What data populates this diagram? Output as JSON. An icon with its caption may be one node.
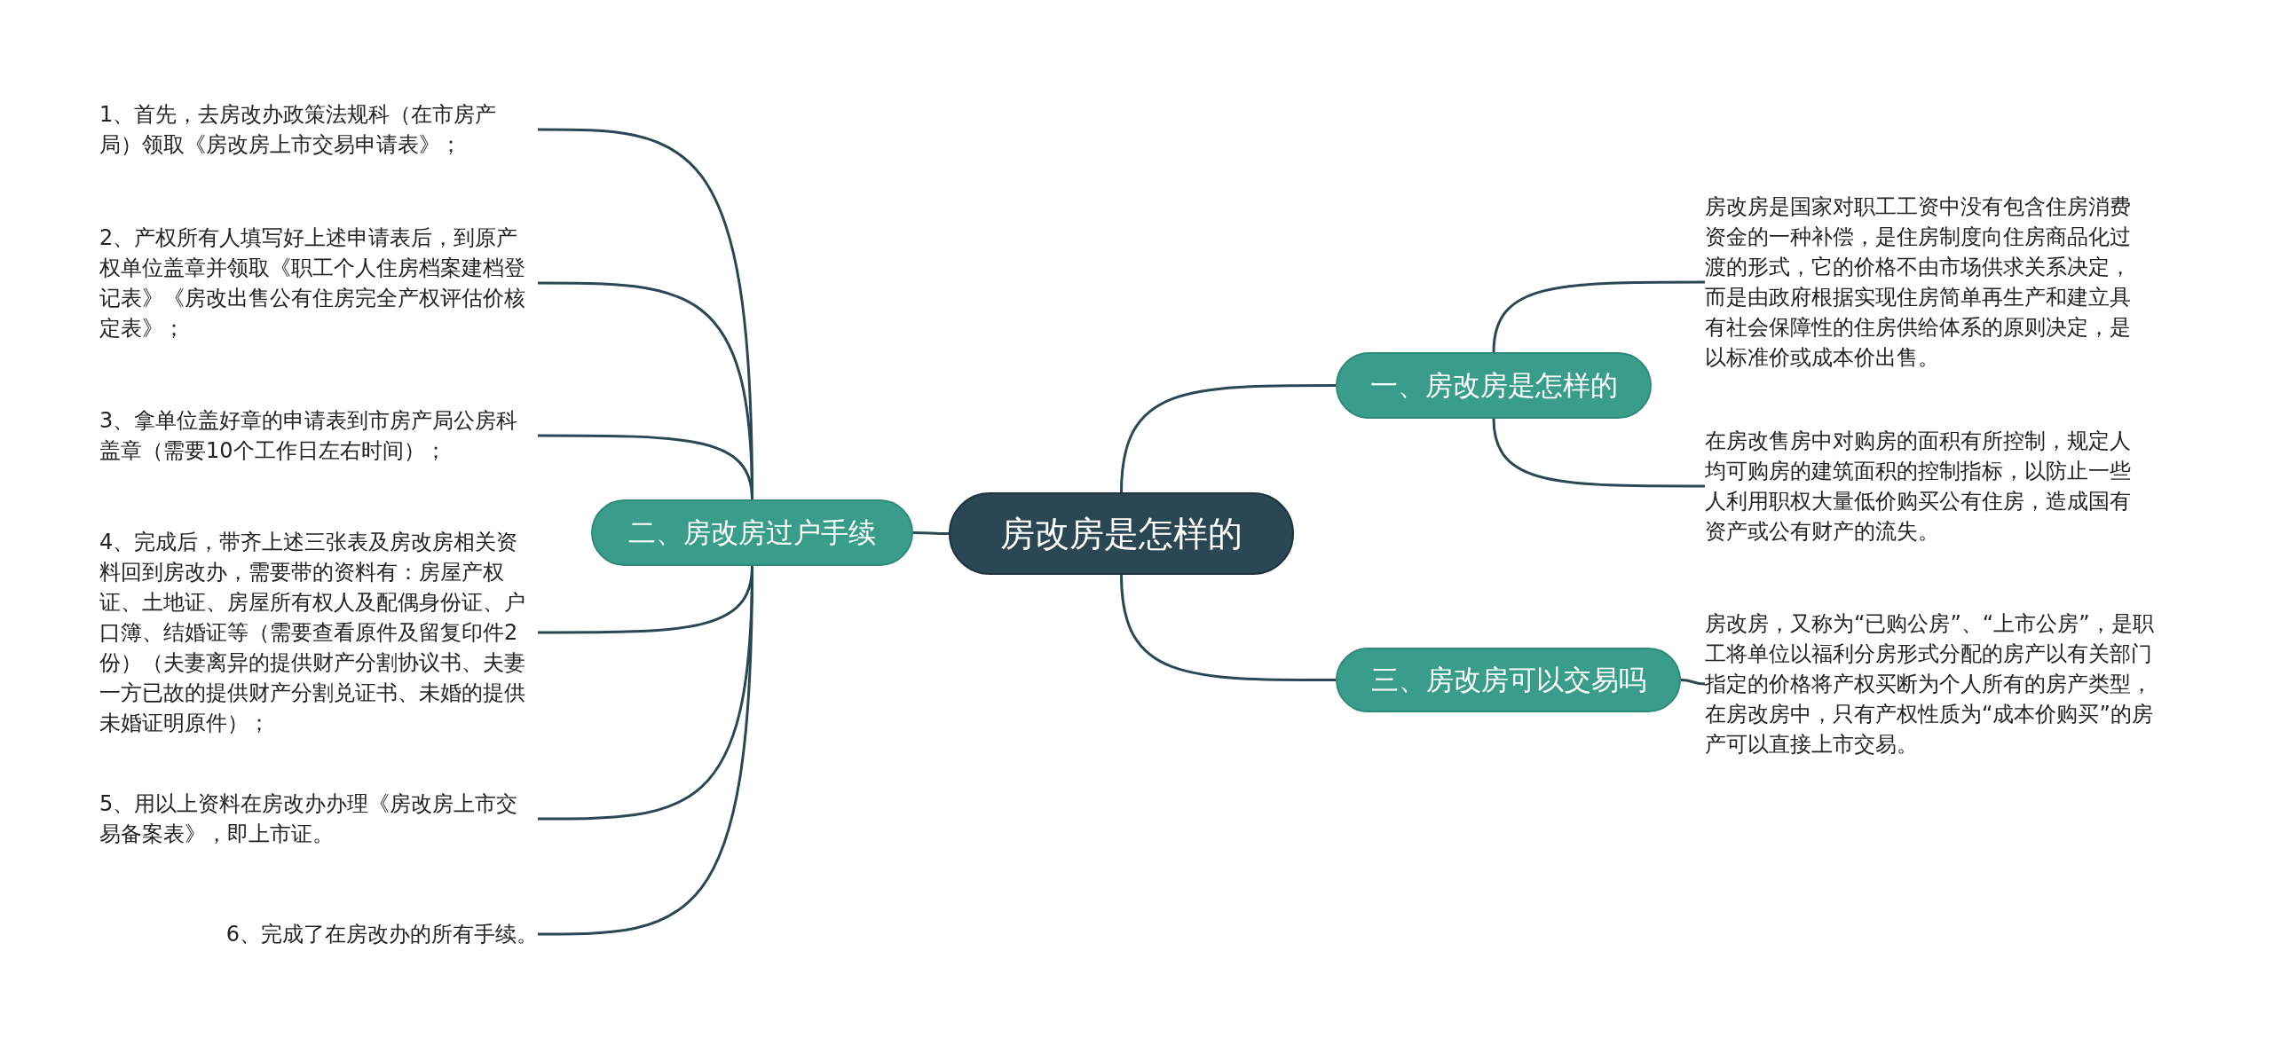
{
  "diagram": {
    "nodes": [
      {
        "text": [
          "房改房是怎样的"
        ]
      },
      {
        "text": [
          "一、房改房是怎样的"
        ]
      },
      {
        "text": [
          "房改房是国家对职工工资中没有包含住房消费资金的一种补偿，是住房制度向住房商品化过渡的形式，它的价格不由市场供求关系决定，而是由政府根据实现住房简单再生产和建立具有社会保障性的住房供给体系的原则决定，是以标准价或成本价出售。"
        ]
      },
      {
        "text": [
          "在房改售房中对购房的面积有所控制，规定人均可购房的建筑面积的控制指标，以防止一些人利用职权大量低价购买公有住房，造成国有资产或公有财产的流失。"
        ]
      },
      {
        "text": [
          "二、房改房过户手续"
        ]
      },
      {
        "text": [
          "1、首先，去房改办政策法规科（在市房产局）领取《房改房上市交易申请表》；"
        ]
      },
      {
        "text": [
          "2、产权所有人填写好上述申请表后，到原产权单位盖章并领取《职工个人住房档案建档登记表》《房改出售公有住房完全产权评估价核定表》；"
        ]
      },
      {
        "text": [
          "3、拿单位盖好章的申请表到市房产局公房科盖章（需要10个工作日左右时间）；"
        ]
      },
      {
        "text": [
          "4、完成后，带齐上述三张表及房改房相关资料回到房改办，需要带的资料有：房屋产权证、土地证、房屋所有权人及配偶身份证、户口簿、结婚证等（需要查看原件及留复印件2份）（夫妻离异的提供财产分割协议书、夫妻一方已故的提供财产分割兑证书、未婚的提供未婚证明原件）；"
        ]
      },
      {
        "text": [
          "5、用以上资料在房改办办理《房改房上市交易备案表》，即上市证。"
        ]
      },
      {
        "text": [
          "6、完成了在房改办的所有手续。"
        ]
      },
      {
        "text": [
          "三、房改房可以交易吗"
        ]
      },
      {
        "text": [
          "房改房，又称为“已购公房”、“上市公房”，是职工将单位以福利分房形式分配的房产以有关部门指定的价格将产权买断为个人所有的房产类型，在房改房中，只有产权性质为“成本价购买”的房产可以直接上市交易。"
        ]
      }
    ],
    "edges": [
      {
        "from": 0,
        "to": 1,
        "arrow": "none"
      },
      {
        "from": 1,
        "to": 2,
        "arrow": "none"
      },
      {
        "from": 1,
        "to": 3,
        "arrow": "none"
      },
      {
        "from": 0,
        "to": 4,
        "arrow": "none"
      },
      {
        "from": 4,
        "to": 5,
        "arrow": "none"
      },
      {
        "from": 4,
        "to": 6,
        "arrow": "none"
      },
      {
        "from": 4,
        "to": 7,
        "arrow": "none"
      },
      {
        "from": 4,
        "to": 8,
        "arrow": "none"
      },
      {
        "from": 4,
        "to": 9,
        "arrow": "none"
      },
      {
        "from": 4,
        "to": 10,
        "arrow": "none"
      },
      {
        "from": 0,
        "to": 11,
        "arrow": "none"
      },
      {
        "from": 11,
        "to": 12,
        "arrow": "none"
      }
    ]
  }
}
